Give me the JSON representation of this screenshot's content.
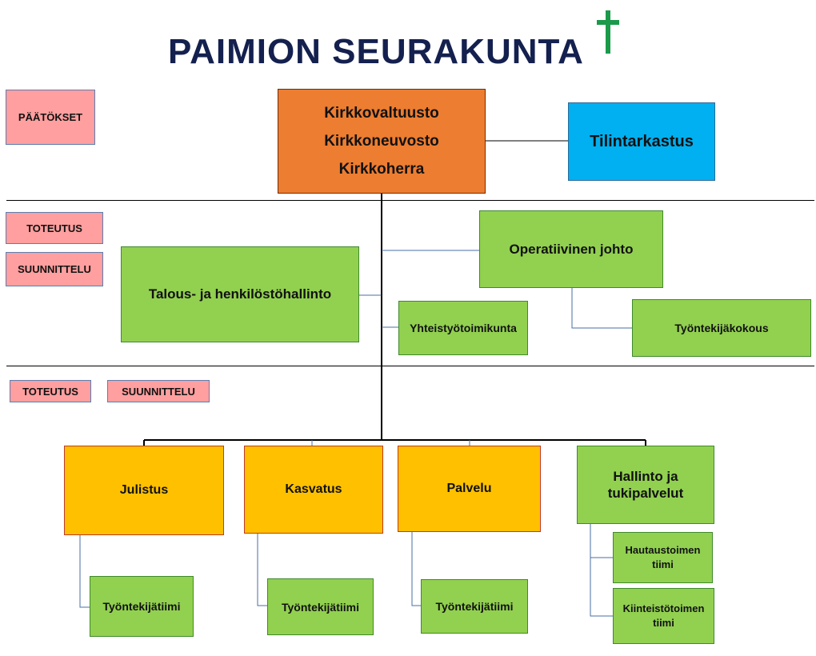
{
  "header": {
    "title": "PAIMION SEURAKUNTA",
    "cross_color": "#1a9a4a",
    "title_color": "#14204e"
  },
  "colors": {
    "top_box": "#ed7d31",
    "audit_box": "#00b0f0",
    "green": "#92d050",
    "orange": "#ffc000",
    "pink": "#ff9f9f"
  },
  "labels": {
    "decisions": "PÄÄTÖKSET",
    "implementation_1": "TOTEUTUS",
    "planning_1": "SUUNNITTELU",
    "implementation_2": "TOTEUTUS",
    "planning_2": "SUUNNITTELU"
  },
  "governance": {
    "lines": [
      "Kirkkovaltuusto",
      "Kirkkoneuvosto",
      "Kirkkoherra"
    ],
    "audit": "Tilintarkastus"
  },
  "middle": {
    "finance_hr": "Talous- ja henkilöstöhallinto",
    "operational": "Operatiivinen johto",
    "cooperation": "Yhteistyötoimikunta",
    "staff_meeting": "Työntekijäkokous"
  },
  "units": [
    {
      "name": "Julistus",
      "team": "Työntekijätiimi"
    },
    {
      "name": "Kasvatus",
      "team": "Työntekijätiimi"
    },
    {
      "name": "Palvelu",
      "team": "Työntekijätiimi"
    }
  ],
  "admin": {
    "name_line1": "Hallinto ja",
    "name_line2": "tukipalvelut",
    "team1_line1": "Hautaustoimen",
    "team1_line2": "tiimi",
    "team2_line1": "Kiinteistötoimen",
    "team2_line2": "tiimi"
  }
}
